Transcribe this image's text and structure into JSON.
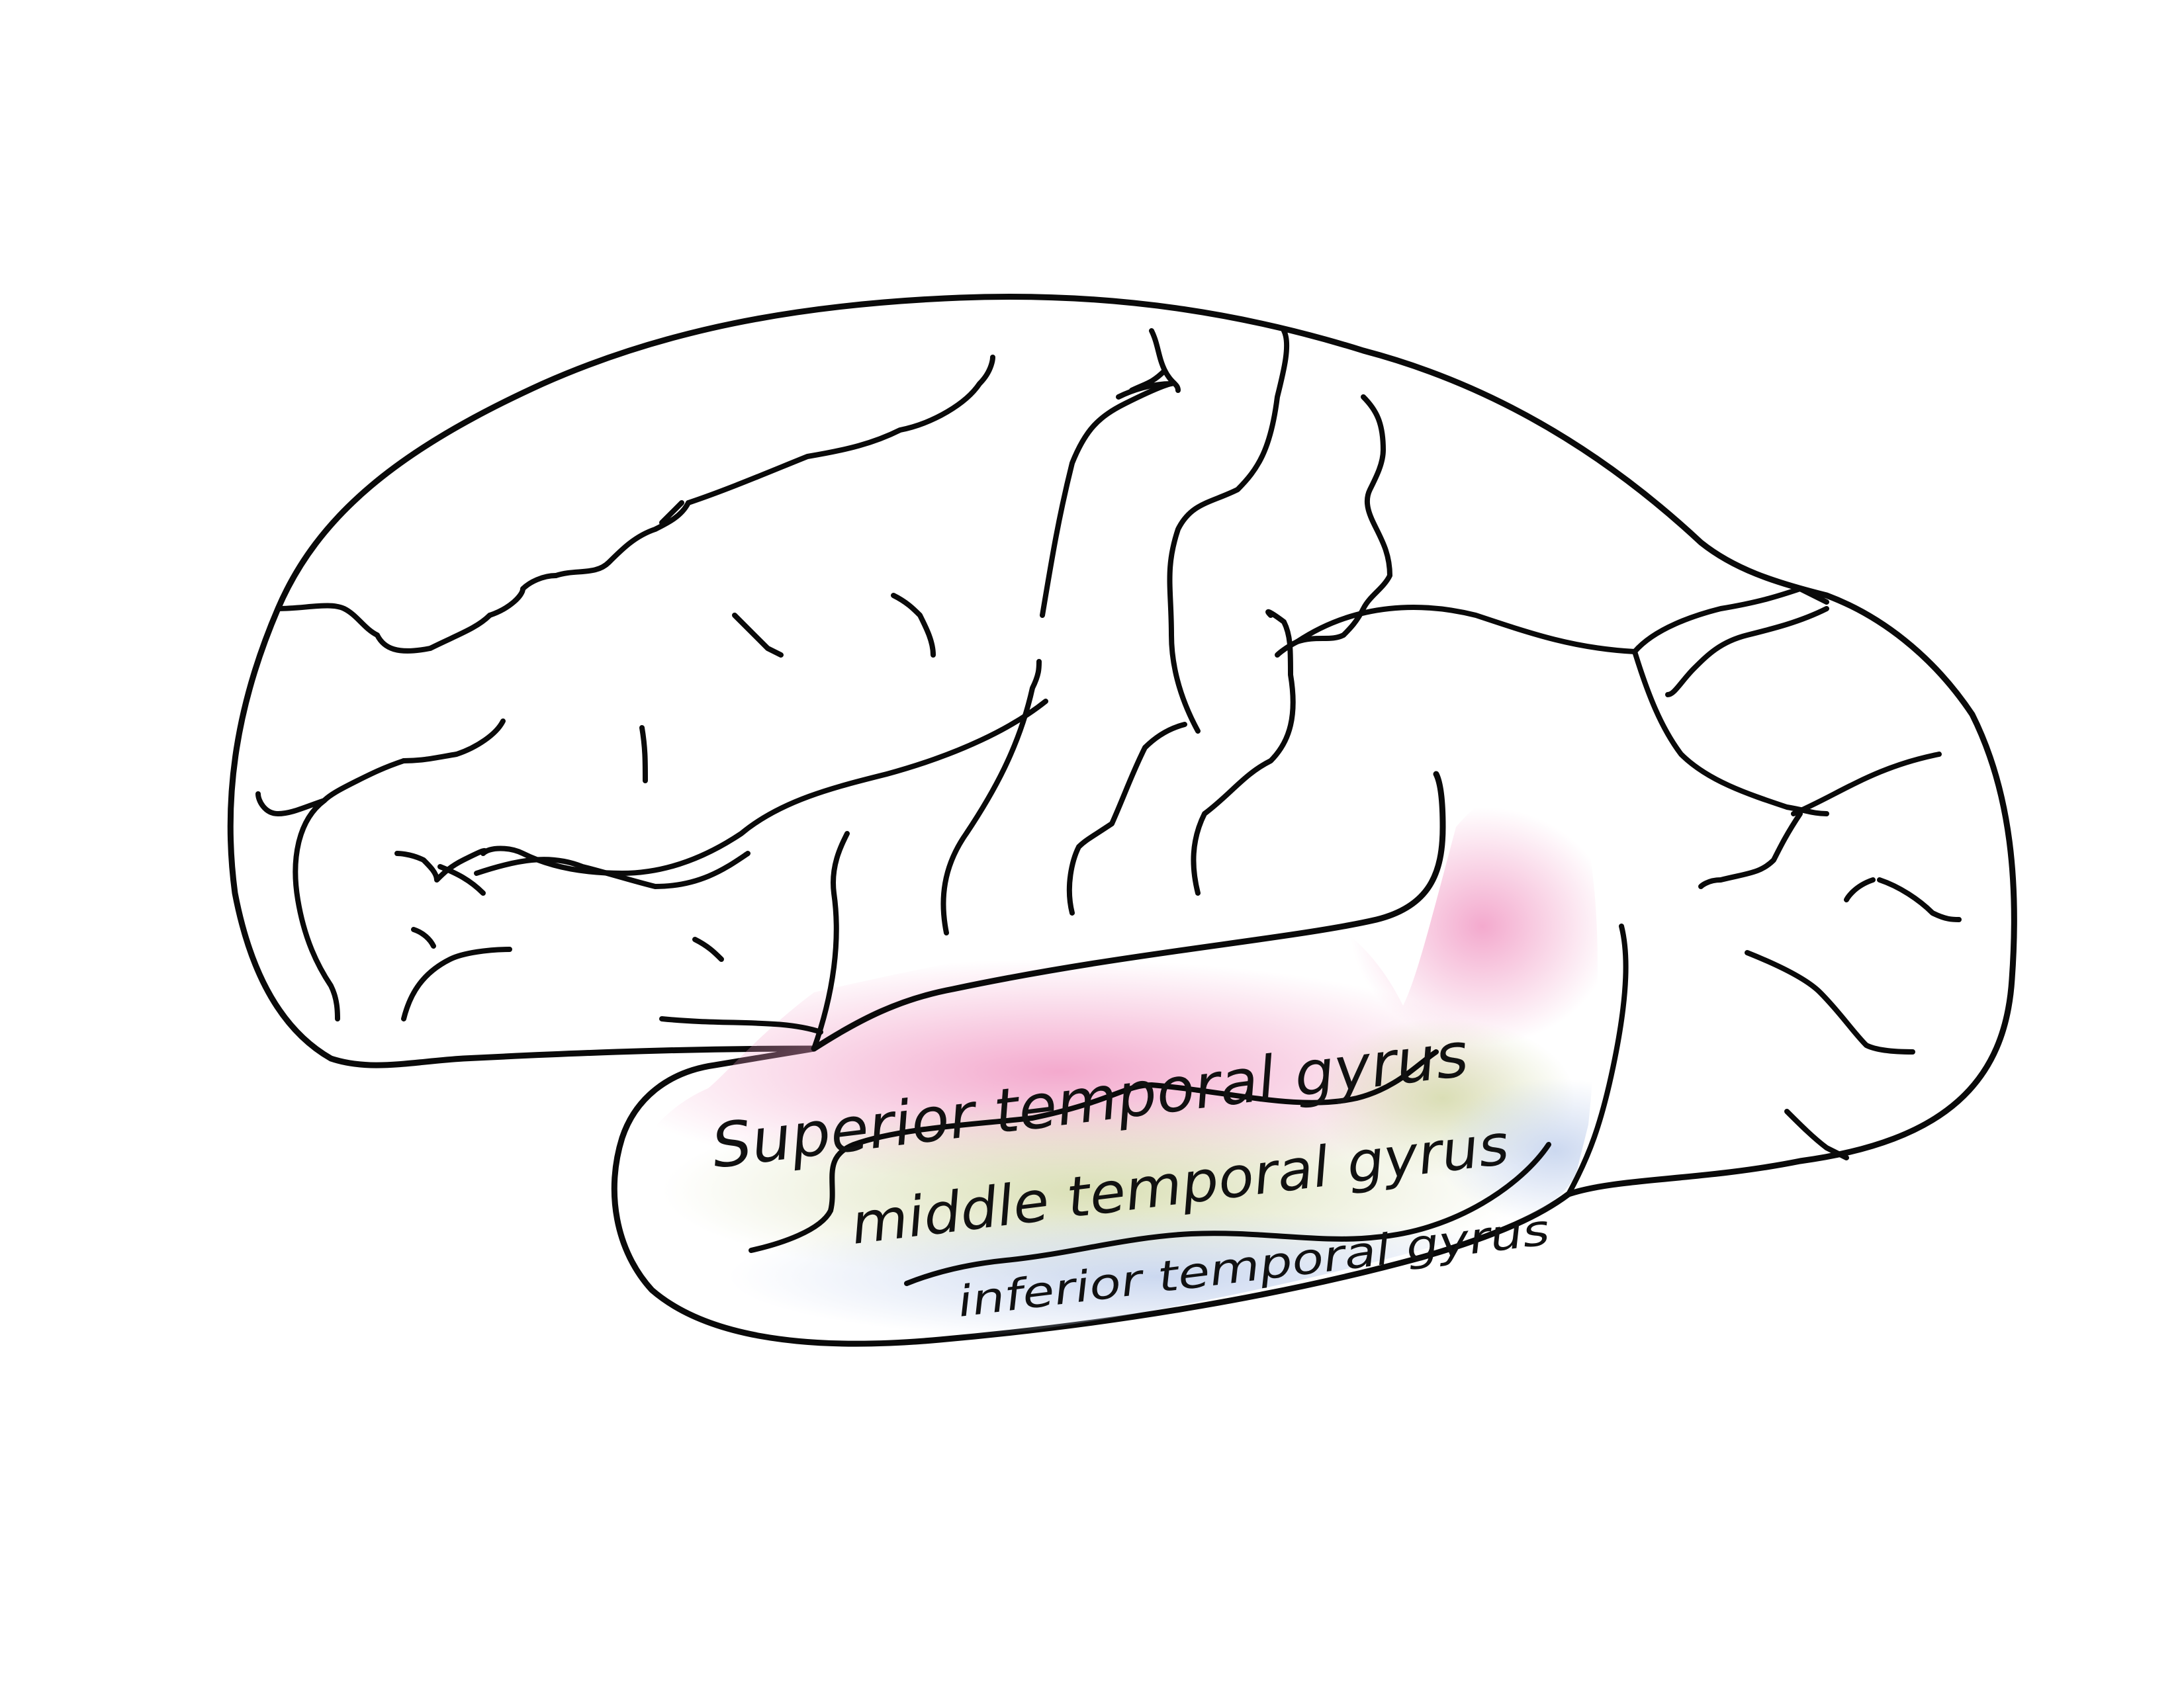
{
  "colors": {
    "brain_fill": "#fdd0d2",
    "outline": "#0a0a0a",
    "superior_tint": "#f2a0c8",
    "middle_tint": "#d6dcae",
    "inferior_tint": "#c6d4ee",
    "background": "#ffffff"
  },
  "labels": {
    "superior": "Superior temporal gyrus",
    "middle": "middle temporal gyrus",
    "inferior": "inferior temporal gyrus"
  }
}
